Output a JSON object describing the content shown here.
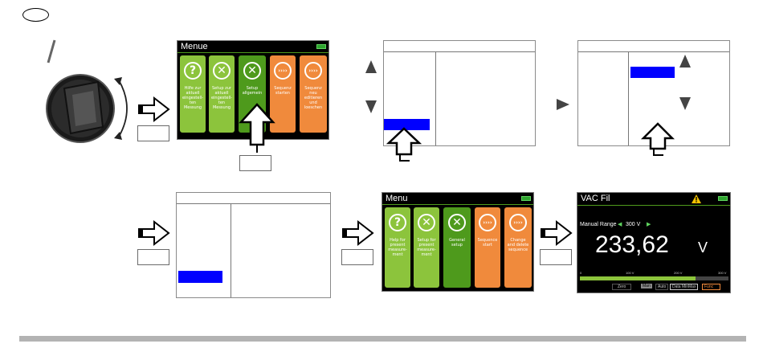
{
  "colors": {
    "green_light": "#8cc43c",
    "green_dark": "#4e9a1c",
    "orange": "#f08a3c",
    "blue": "#0000ff",
    "separator": "#b3b3b3"
  },
  "menu_de": {
    "title": "Menue",
    "tiles": [
      {
        "icon": "help-icon",
        "glyph": "?",
        "label": "Hilfe zur\naktuell\neingestell-\nten\nMessung"
      },
      {
        "icon": "wrench-screwdriver-icon",
        "glyph": "✕",
        "label": "Setup zur\naktuell\neingestell-\nten\nMessung"
      },
      {
        "icon": "wrench-screwdriver-icon",
        "glyph": "✕",
        "label": "Setup\nallgemein"
      },
      {
        "icon": "sequence-icon",
        "glyph": "››››",
        "label": "Sequenz\nstarten"
      },
      {
        "icon": "sequence-icon",
        "glyph": "››››",
        "label": "Sequenz\nneu\neditieren\nund\nloeschen"
      }
    ]
  },
  "menu_en": {
    "title": "Menu",
    "tiles": [
      {
        "icon": "help-icon",
        "glyph": "?",
        "label": "Help for\npresent\nmeasure-\nment"
      },
      {
        "icon": "wrench-screwdriver-icon",
        "glyph": "✕",
        "label": "Setup for\npresent\nmeasure-\nment"
      },
      {
        "icon": "wrench-screwdriver-icon",
        "glyph": "✕",
        "label": "General\nsetup"
      },
      {
        "icon": "sequence-icon",
        "glyph": "››››",
        "label": "Sequence\nstart"
      },
      {
        "icon": "sequence-icon",
        "glyph": "››››",
        "label": "Change\nand delete\nsequence"
      }
    ]
  },
  "measure": {
    "title": "VAC Fil",
    "range_label": "Manual Range",
    "range_value": "300 V",
    "value": "233,62",
    "unit": "V",
    "scale_ticks": [
      "0",
      "100 V",
      "200 V",
      "300 V"
    ],
    "scale_fill_fraction": 0.78,
    "softkeys": [
      "Zero",
      "Man",
      "Auto",
      "Data  MinMax",
      "Func"
    ]
  }
}
